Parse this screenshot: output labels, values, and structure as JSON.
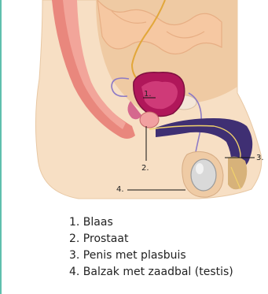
{
  "callouts": {
    "c1": "1.",
    "c2": "2.",
    "c3": "3.",
    "c4": "4."
  },
  "legend": [
    {
      "text": "1. Blaas"
    },
    {
      "text": "2. Prostaat"
    },
    {
      "text": "3. Penis met plasbuis"
    },
    {
      "text": "4. Balzak met zaadbal (testis)"
    }
  ],
  "colors": {
    "border": "#5fbfad",
    "skin": "#f7dfc4",
    "muscle": "#e9877d",
    "bladder": "#b0175a",
    "penis": "#3f2f73",
    "testis": "#d9d9d9"
  }
}
